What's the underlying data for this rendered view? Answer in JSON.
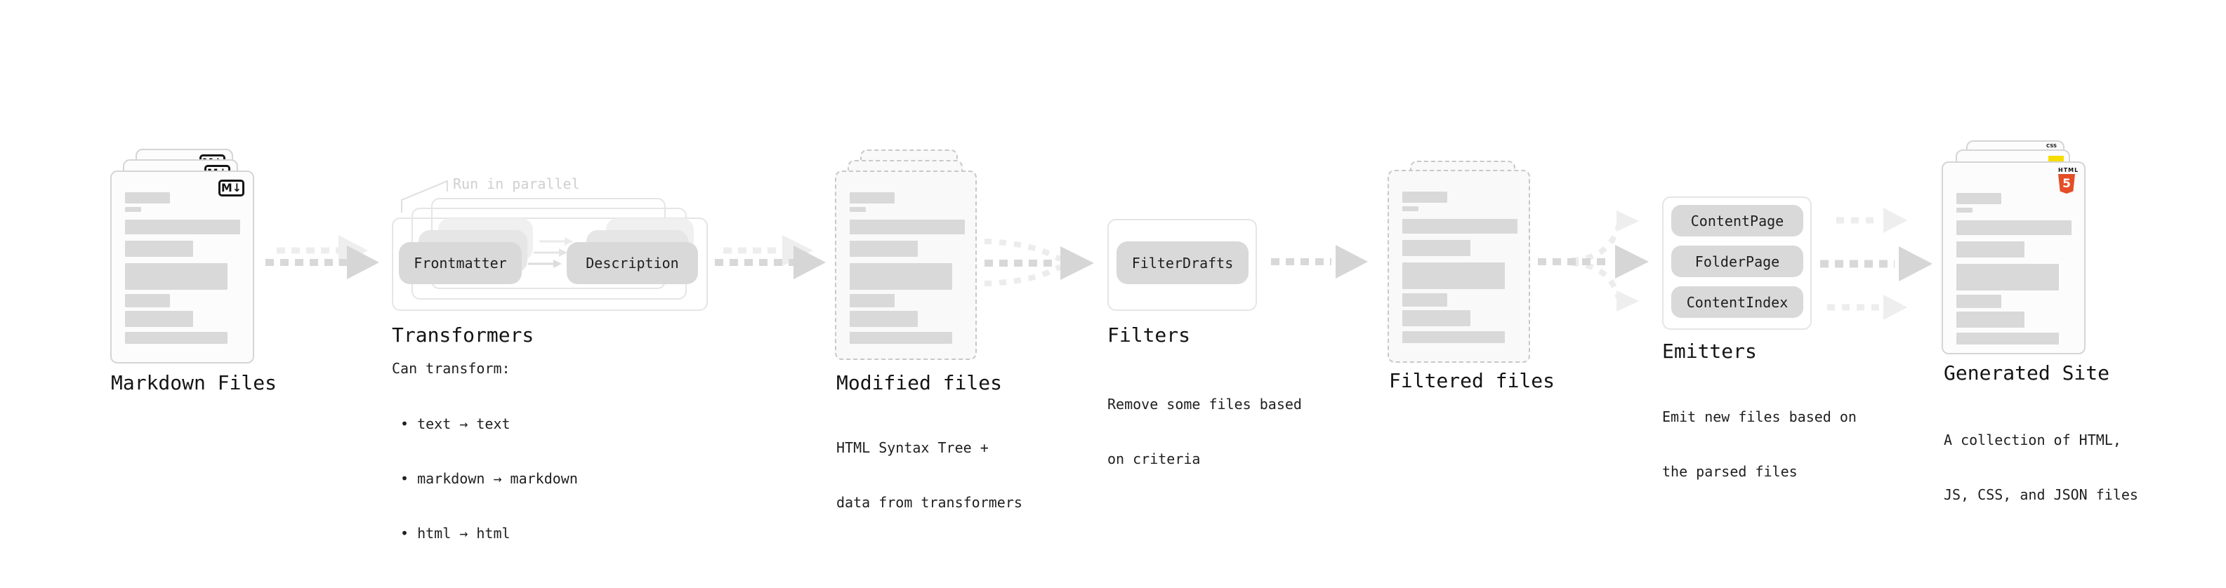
{
  "colors": {
    "background": "#ffffff",
    "card_border": "#d5d5d5",
    "dashed_border": "#c9c9c9",
    "placeholder_line": "#d9d9d9",
    "pill_bg": "#d9d9d9",
    "frame_border": "#e5e5e5",
    "arrow_dark": "#d8d8d8",
    "arrow_light": "#ededed",
    "text": "#141414",
    "muted_note": "#cfcfcf",
    "html5_orange": "#e44d26",
    "js_yellow": "#f7dc00",
    "css_blue": "#2b66e0"
  },
  "stages": {
    "markdown": {
      "title": "Markdown Files",
      "badge": "M↓"
    },
    "transformers": {
      "note": "Run in parallel",
      "pill_left": "Frontmatter",
      "pill_right": "Description",
      "title": "Transformers",
      "subtitle": "Can transform:",
      "bullets": [
        "• text → text",
        "• markdown → markdown",
        "• html → html"
      ]
    },
    "modified": {
      "title": "Modified files",
      "desc_line1": "HTML Syntax Tree +",
      "desc_line2": "data from transformers"
    },
    "filters": {
      "pill": "FilterDrafts",
      "title": "Filters",
      "desc_line1": "Remove some files based",
      "desc_line2": "on criteria"
    },
    "filtered": {
      "title": "Filtered files"
    },
    "emitters": {
      "pills": [
        "ContentPage",
        "FolderPage",
        "ContentIndex"
      ],
      "title": "Emitters",
      "desc_line1": "Emit new files based on",
      "desc_line2": "the parsed files"
    },
    "generated": {
      "title": "Generated Site",
      "desc_line1": "A collection of HTML,",
      "desc_line2": "JS, CSS, and JSON files",
      "html_icon_label": "HTML",
      "html_icon_number": "5",
      "css_icon_label": "CSS"
    }
  }
}
